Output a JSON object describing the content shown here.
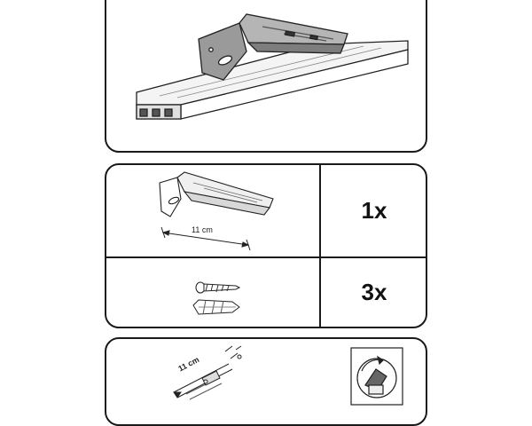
{
  "parts": {
    "bracket": {
      "length_label": "11 cm",
      "quantity": "1x"
    },
    "screw_set": {
      "quantity": "3x"
    }
  },
  "step": {
    "dimension_label": "11 cm"
  }
}
